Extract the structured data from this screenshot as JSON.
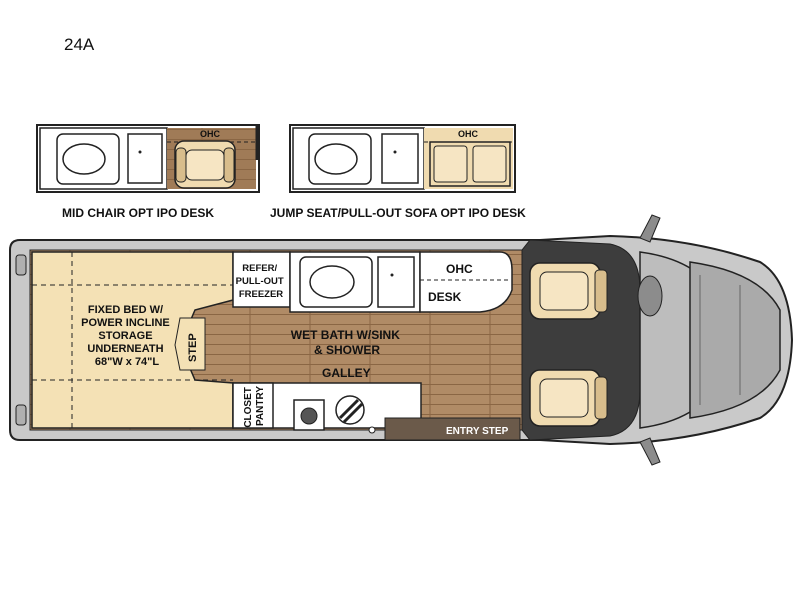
{
  "model_name": "24A",
  "options": {
    "mid_chair_caption": "MID CHAIR OPT IPO DESK",
    "jump_seat_caption": "JUMP SEAT/PULL-OUT SOFA OPT IPO DESK",
    "ohc": "OHC"
  },
  "rooms": {
    "bed": [
      "FIXED BED W/",
      "POWER INCLINE",
      "STORAGE",
      "UNDERNEATH",
      "68\"W x 74\"L"
    ],
    "step": "STEP",
    "refer": [
      "REFER/",
      "PULL-OUT",
      "FREEZER"
    ],
    "ohc": "OHC",
    "desk": "DESK",
    "wet_bath": [
      "WET BATH W/SINK",
      "& SHOWER"
    ],
    "galley": "GALLEY",
    "closet": [
      "CLOSET",
      "PANTRY"
    ],
    "entry_step": "ENTRY STEP"
  },
  "colors": {
    "bed": "#f4e1b5",
    "floor_wood": "#9e7a58",
    "cab_floor": "#3d3d3d",
    "body_gray": "#c9c9c9",
    "seat": "#f0dbb0",
    "outline": "#222222"
  }
}
